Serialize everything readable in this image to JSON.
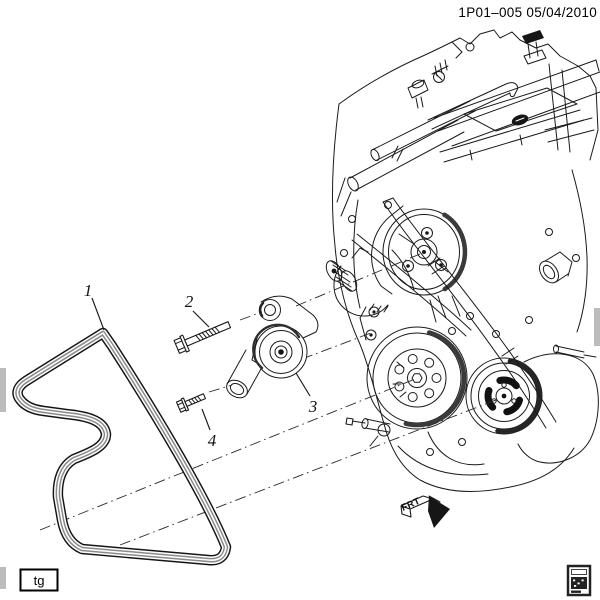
{
  "header": {
    "doc_code": "1P01–005 05/04/2010"
  },
  "callouts": [
    {
      "num": "1"
    },
    {
      "num": "2"
    },
    {
      "num": "3"
    },
    {
      "num": "4"
    }
  ],
  "direction_indicator": {
    "label": "FRT"
  },
  "footer": {
    "left_tag": "tg"
  },
  "icons": {
    "bottom_right": "document-stamp-icon"
  },
  "colors": {
    "background": "#ffffff",
    "line": "#1a1a1a",
    "dark_fill": "#161616",
    "edge_shade": "#bcbcbc"
  }
}
